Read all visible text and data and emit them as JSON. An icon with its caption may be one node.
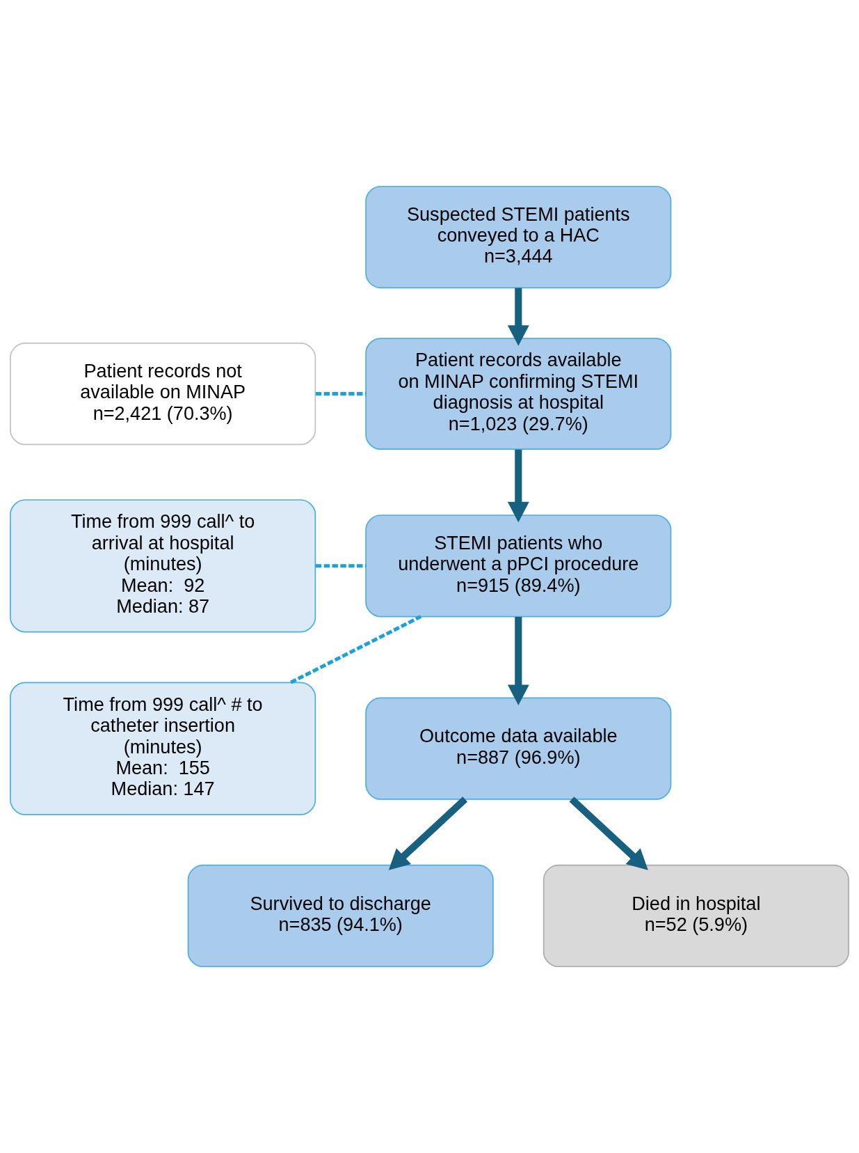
{
  "diagram": {
    "nodes": [
      {
        "text": [
          "Suspected STEMI patients conveyed to a HAC",
          "n=3,444"
        ]
      },
      {
        "text": [
          "Patient records not available on MINAP",
          "n=2,421 (70.3%)"
        ]
      },
      {
        "text": [
          "Patient records available on MINAP confirming STEMI diagnosis at hospital",
          "n=1,023 (29.7%)"
        ]
      },
      {
        "text": [
          "Time from 999 call^ to arrival at hospital (minutes)",
          "Mean:  92",
          "Median: 87"
        ]
      },
      {
        "text": [
          "Time from 999 call^ # to catheter insertion (minutes)",
          "Mean:  155",
          "Median: 147"
        ]
      },
      {
        "text": [
          "STEMI patients who underwent a pPCI procedure",
          "n=915 (89.4%)"
        ]
      },
      {
        "text": [
          "Outcome data available",
          "n=887 (96.9%)"
        ]
      },
      {
        "text": [
          "Survived to discharge",
          "n=835 (94.1%)"
        ]
      },
      {
        "text": [
          "Died in hospital",
          "n=52 (5.9%)"
        ]
      }
    ],
    "edges": [
      {
        "from": 0,
        "to": 2,
        "arrow": "to"
      },
      {
        "from": 1,
        "to": 2,
        "arrow": "none",
        "style": "dashed",
        "color": "#1ba1db"
      },
      {
        "from": 2,
        "to": 5,
        "arrow": "to"
      },
      {
        "from": 3,
        "to": 5,
        "arrow": "none",
        "style": "dashed",
        "color": "#1ba1db"
      },
      {
        "from": 4,
        "to": 5,
        "arrow": "none",
        "style": "dashed",
        "color": "#1ba1db"
      },
      {
        "from": 5,
        "to": 6,
        "arrow": "to"
      },
      {
        "from": 6,
        "to": 7,
        "arrow": "to"
      },
      {
        "from": 6,
        "to": 8,
        "arrow": "to"
      }
    ]
  }
}
